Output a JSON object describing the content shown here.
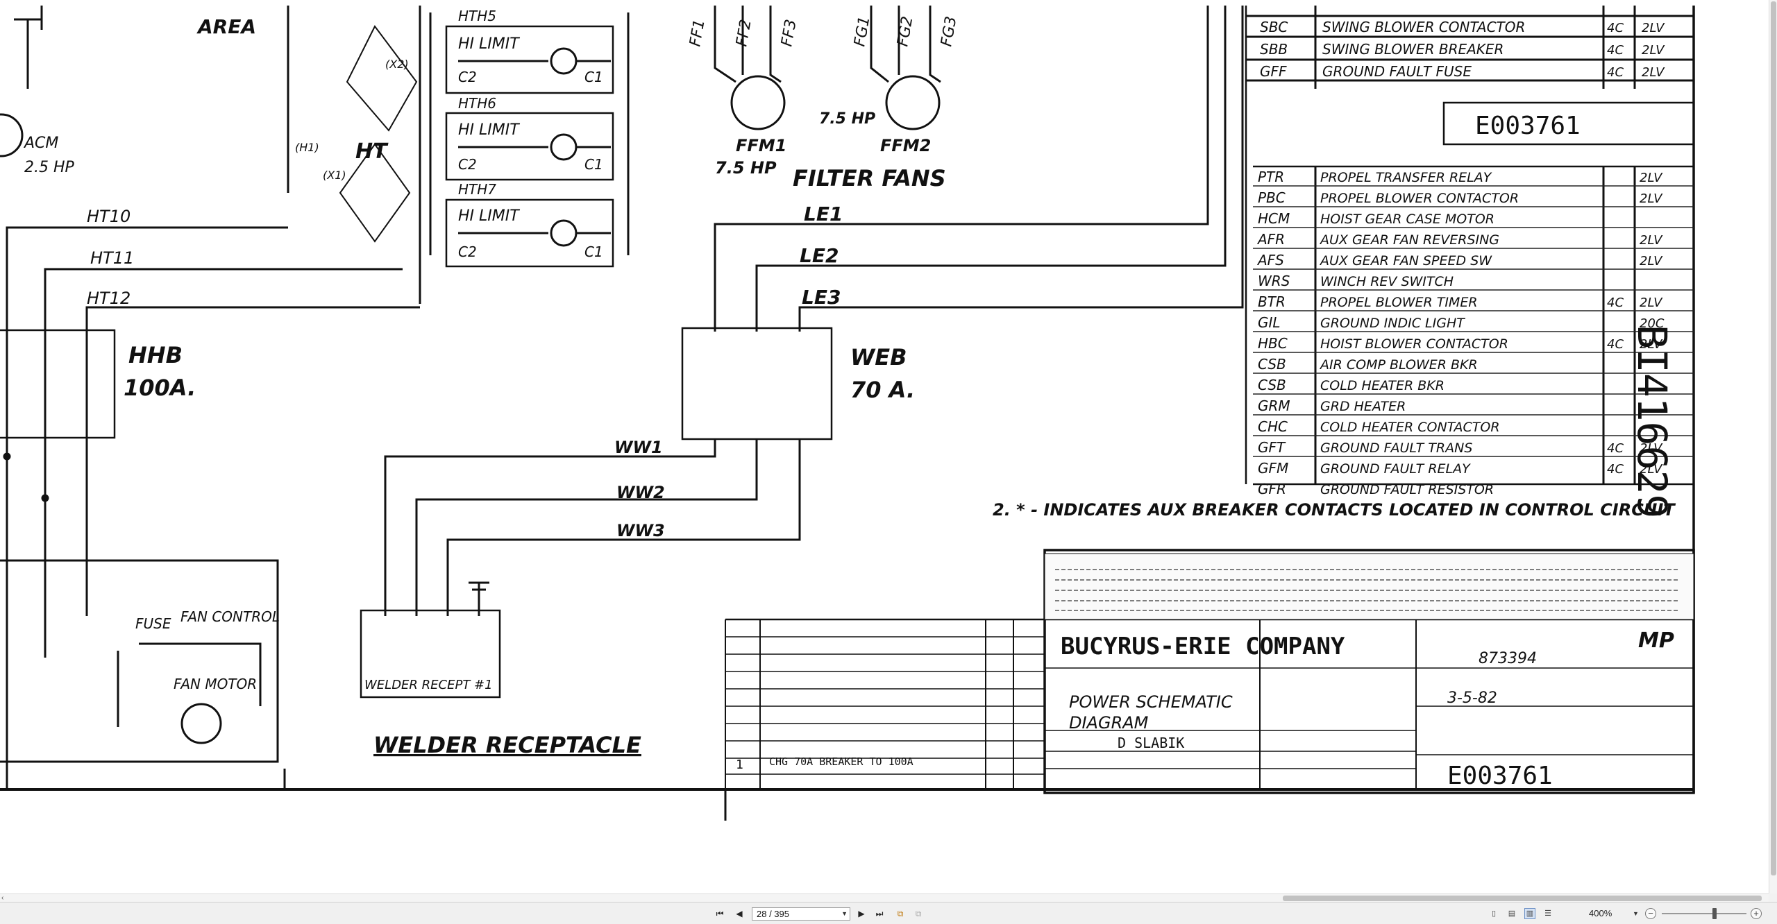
{
  "drawing": {
    "area_label": "AREA",
    "motors": {
      "acm_label": "ACM",
      "acm_hp": "2.5 HP",
      "ffm1_label": "FFM1",
      "ffm1_hp": "7.5 HP",
      "ffm2_label": "FFM2",
      "ffm2_hp": "7.5 HP",
      "filter_fans_label": "FILTER FANS",
      "ff1": "FF1",
      "ff2": "FF2",
      "ff3": "FF3",
      "fg1": "FG1",
      "fg2": "FG2",
      "fg3": "FG3"
    },
    "heaters": [
      {
        "name": "HTH5",
        "limit": "HI LIMIT",
        "c2": "C2",
        "c1": "C1"
      },
      {
        "name": "HTH6",
        "limit": "HI LIMIT",
        "c2": "C2",
        "c1": "C1"
      },
      {
        "name": "HTH7",
        "limit": "HI LIMIT",
        "c2": "C2",
        "c1": "C1"
      }
    ],
    "transformer": {
      "label": "HT",
      "x1": "(X1)",
      "x2": "(X2)",
      "h1": "(H1)"
    },
    "wires": {
      "ht10": "HT10",
      "ht11": "HT11",
      "ht12": "HT12",
      "le1": "LE1",
      "le2": "LE2",
      "le3": "LE3",
      "ww1": "WW1",
      "ww2": "WW2",
      "ww3": "WW3"
    },
    "hhb": {
      "name": "HHB",
      "rating": "100A."
    },
    "web": {
      "name": "WEB",
      "rating": "70 A."
    },
    "welder": {
      "receptacle_box": "WELDER RECEPT #1",
      "title": "WELDER RECEPTACLE"
    },
    "fan_control": {
      "title": "FAN CONTROL",
      "fuse": "FUSE",
      "motor": "FAN MOTOR"
    },
    "note": "2. * - INDICATES AUX BREAKER CONTACTS LOCATED IN CONTROL CIRCUIT",
    "side_stamp": "BI416629"
  },
  "device_table_top": [
    {
      "code": "SBC",
      "desc": "SWING BLOWER CONTACTOR",
      "a": "4C",
      "v": "2LV"
    },
    {
      "code": "SBB",
      "desc": "SWING BLOWER BREAKER",
      "a": "4C",
      "v": "2LV"
    },
    {
      "code": "GFF",
      "desc": "GROUND FAULT FUSE",
      "a": "4C",
      "v": "2LV"
    }
  ],
  "device_table_main": [
    {
      "code": "PTR",
      "desc": "PROPEL TRANSFER RELAY",
      "a": "",
      "v": "2LV"
    },
    {
      "code": "PBC",
      "desc": "PROPEL BLOWER CONTACTOR",
      "a": "",
      "v": "2LV"
    },
    {
      "code": "HCM",
      "desc": "HOIST GEAR CASE MOTOR",
      "a": "",
      "v": ""
    },
    {
      "code": "AFR",
      "desc": "AUX GEAR FAN REVERSING",
      "a": "",
      "v": "2LV"
    },
    {
      "code": "AFS",
      "desc": "AUX GEAR FAN SPEED SW",
      "a": "",
      "v": "2LV"
    },
    {
      "code": "WRS",
      "desc": "WINCH REV SWITCH",
      "a": "",
      "v": ""
    },
    {
      "code": "BTR",
      "desc": "PROPEL BLOWER TIMER",
      "a": "4C",
      "v": "2LV"
    },
    {
      "code": "GIL",
      "desc": "GROUND INDIC LIGHT",
      "a": "",
      "v": "20C"
    },
    {
      "code": "HBC",
      "desc": "HOIST BLOWER CONTACTOR",
      "a": "4C",
      "v": "2LV"
    },
    {
      "code": "CSB",
      "desc": "AIR COMP BLOWER BKR",
      "a": "",
      "v": ""
    },
    {
      "code": "CSB",
      "desc": "COLD HEATER BKR",
      "a": "",
      "v": ""
    },
    {
      "code": "GRM",
      "desc": "GRD HEATER",
      "a": "",
      "v": ""
    },
    {
      "code": "CHC",
      "desc": "COLD HEATER CONTACTOR",
      "a": "",
      "v": ""
    },
    {
      "code": "GFT",
      "desc": "GROUND FAULT TRANS",
      "a": "4C",
      "v": "2LV"
    },
    {
      "code": "GFM",
      "desc": "GROUND FAULT RELAY",
      "a": "4C",
      "v": "2LV"
    },
    {
      "code": "GFR",
      "desc": "GROUND FAULT RESISTOR",
      "a": "",
      "v": ""
    }
  ],
  "title_block": {
    "doc_number_top": "E003761",
    "company": "BUCYRUS-ERIE COMPANY",
    "title_line1": "POWER SCHEMATIC",
    "title_line2": "DIAGRAM",
    "drawn_by": "D SLABIK",
    "job_number": "873394",
    "date": "3-5-82",
    "approval": "MP",
    "rev_number": "1",
    "rev_desc": "CHG 70A BREAKER TO 100A",
    "doc_number_bottom": "E003761"
  },
  "viewer": {
    "page_indicator": "28 / 395",
    "zoom": "400%",
    "zoom_level_percent": 62
  }
}
